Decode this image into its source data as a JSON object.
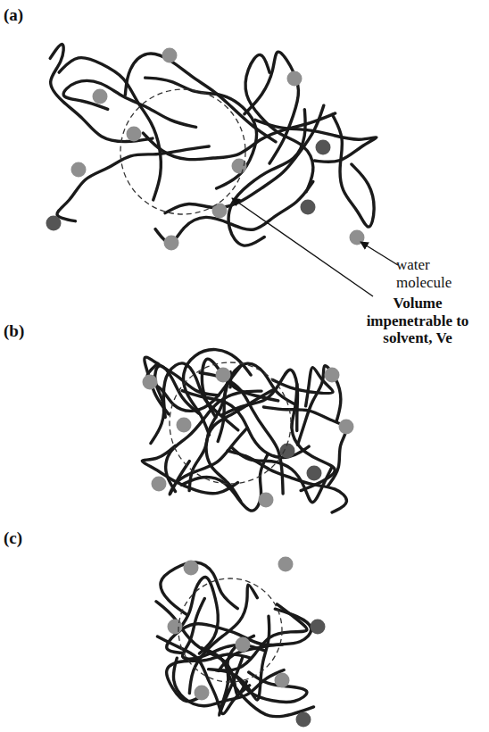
{
  "diagram": {
    "labels": [
      "(a)",
      "water molecule",
      "Volume impenetrable to solvent, Ve",
      "(b)",
      "(c)"
    ]
  }
}
